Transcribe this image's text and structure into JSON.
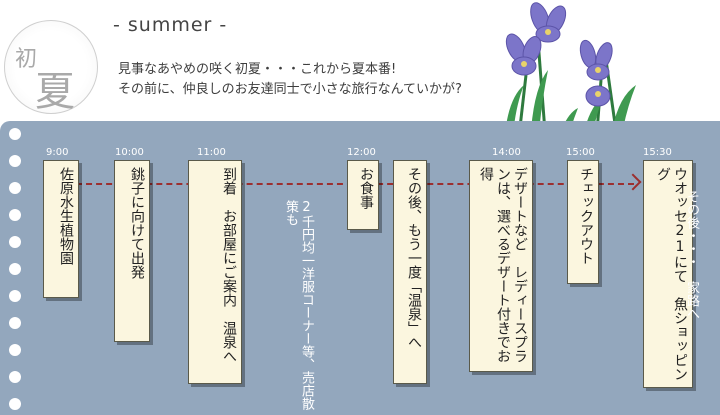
{
  "header": {
    "stamp": "初夏",
    "season": "- summer -",
    "intro_line1": "見事なあやめの咲く初夏・・・これから夏本番!",
    "intro_line2": "その前に、仲良しのお友達同士で小さな旅行なんていかが?"
  },
  "schedule": [
    {
      "time": "9:00",
      "text": "佐原水生植物園"
    },
    {
      "time": "10:00",
      "text": "銚子に向けて出発"
    },
    {
      "time": "11:00",
      "text": "到着　お部屋にご案内　温泉へ"
    },
    {
      "time": "12:00",
      "text": "お食事"
    },
    {
      "time": "",
      "text": "その後、もう一度「温泉」へ"
    },
    {
      "time": "14:00",
      "text": "デザートなど　レディースプランは、選べるデザート付きでお得"
    },
    {
      "time": "15:00",
      "text": "チェックアウト"
    },
    {
      "time": "15:30",
      "text": "ウオッセ21にて　魚ショッピング"
    }
  ],
  "notes": {
    "shop": "2千円均一洋服コーナー等、売店散策も",
    "after": "その後・・・　家路へ"
  },
  "colors": {
    "board": "#93a7bd",
    "card": "#fbf6df",
    "arrow": "#9c2f2f",
    "iris": "#7c75c9"
  },
  "decor": {
    "flower": "iris-illustration-icon"
  }
}
